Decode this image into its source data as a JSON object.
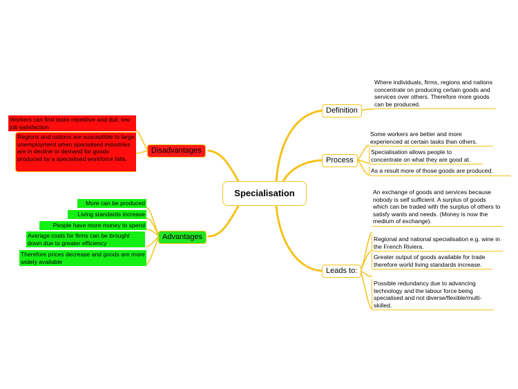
{
  "central": "Specialisation",
  "topics": {
    "definition": {
      "label": "Definition",
      "items": [
        "Where individuals, firms, regions and nations concentrate on producing certain goods and services over others. Therefore more goods can be produced."
      ]
    },
    "process": {
      "label": "Process",
      "items": [
        "Some workers are better and more experienced at certain tasks than others.",
        "Specialisation allows people to concentrate on what they are good at.",
        "As a result more of those goods are produced."
      ]
    },
    "leads_to": {
      "label": "Leads to:",
      "items": [
        "An exchange of goods and services because nobody is self sufficient. A surplus of goods which can be traded with the surplus of others to satisfy wants and needs. (Money is now the medium of exchange).",
        "Regional and national specialisation e.g. wine in the French Riviera.",
        "Greater output of goods available for trade therefore world living standards increase.",
        "Possible redundancy due to advancing technology and the labour force being specialised and not diverse/flexible/multi-skilled."
      ]
    },
    "disadvantages": {
      "label": "Disadvantages",
      "items": [
        "Workers can find tasks repetitive and dull, low job satisfaction",
        "Regions and nations are susceptible to large unemployment when specialised industries are in decline or demand for goods produced by a specialised workforce falls."
      ]
    },
    "advantages": {
      "label": "Advantages",
      "items": [
        "More can be produced",
        "Living standards increase",
        "People have more money to spend",
        "Average costs for firms can be brought down due to greater efficiency",
        "Therefore prices decrease and goods are more widely available"
      ]
    }
  },
  "colors": {
    "branch": "#f5c21a",
    "disadvantage": "#ff1a1a",
    "advantage": "#22e622"
  }
}
